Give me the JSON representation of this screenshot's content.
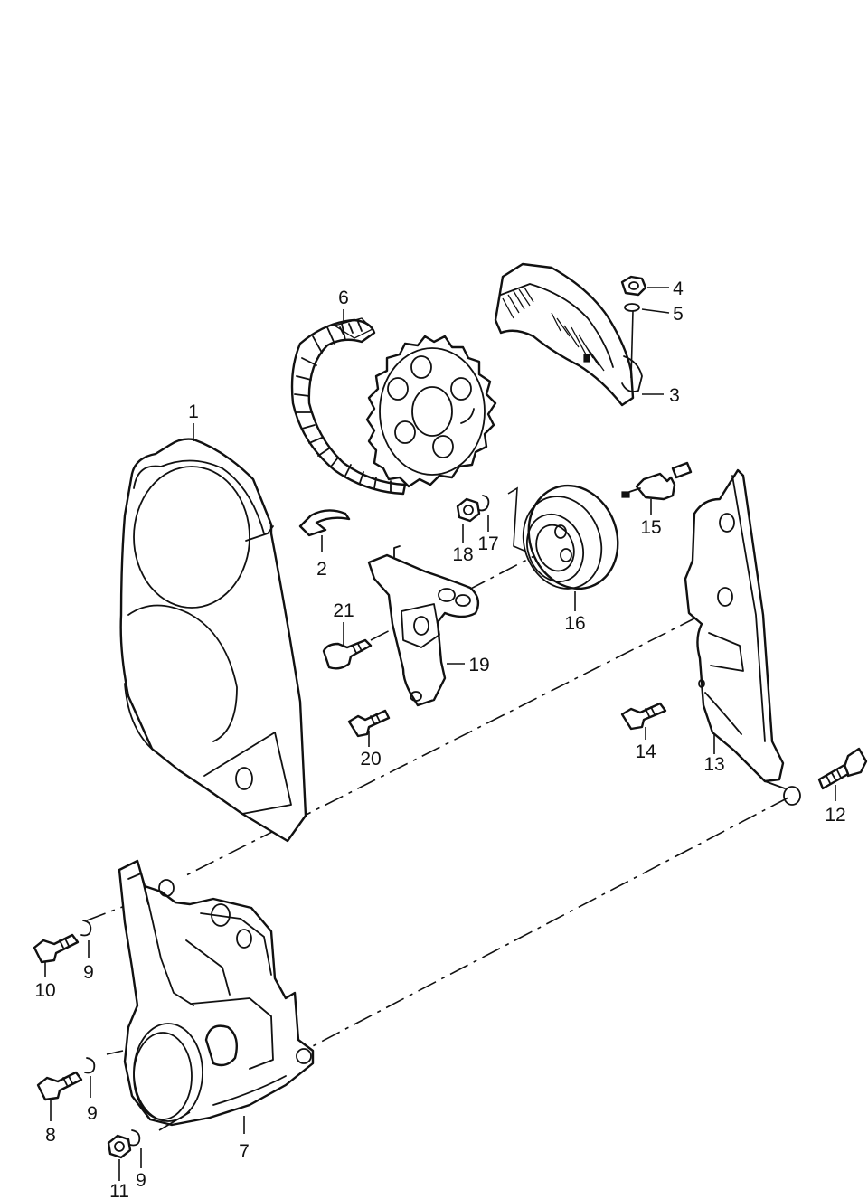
{
  "diagram": {
    "callouts": [
      {
        "id": "c1",
        "text": "1"
      },
      {
        "id": "c2",
        "text": "2"
      },
      {
        "id": "c3",
        "text": "3"
      },
      {
        "id": "c4",
        "text": "4"
      },
      {
        "id": "c5",
        "text": "5"
      },
      {
        "id": "c6",
        "text": "6"
      },
      {
        "id": "c7",
        "text": "7"
      },
      {
        "id": "c8",
        "text": "8"
      },
      {
        "id": "c9a",
        "text": "9"
      },
      {
        "id": "c9b",
        "text": "9"
      },
      {
        "id": "c9c",
        "text": "9"
      },
      {
        "id": "c10",
        "text": "10"
      },
      {
        "id": "c11",
        "text": "11"
      },
      {
        "id": "c12",
        "text": "12"
      },
      {
        "id": "c13",
        "text": "13"
      },
      {
        "id": "c14",
        "text": "14"
      },
      {
        "id": "c15",
        "text": "15"
      },
      {
        "id": "c16",
        "text": "16"
      },
      {
        "id": "c17",
        "text": "17"
      },
      {
        "id": "c18",
        "text": "18"
      },
      {
        "id": "c19",
        "text": "19"
      },
      {
        "id": "c20",
        "text": "20"
      },
      {
        "id": "c21",
        "text": "21"
      }
    ]
  }
}
